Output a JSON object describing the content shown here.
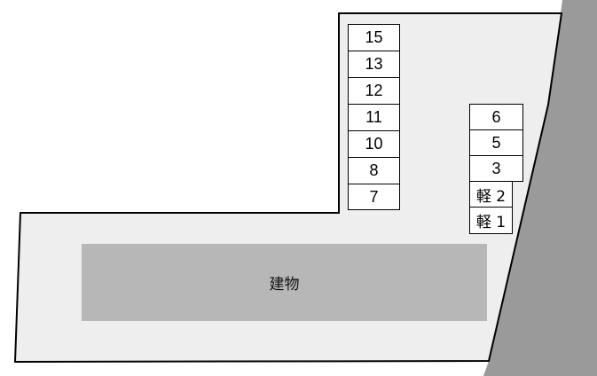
{
  "map": {
    "lot_fill": "#eeeeee",
    "outside_fill": "#9a9a9a",
    "building_fill": "#b7b7b7",
    "building_label": "建物"
  },
  "stalls_left_column": [
    {
      "label": "15"
    },
    {
      "label": "13"
    },
    {
      "label": "12"
    },
    {
      "label": "11"
    },
    {
      "label": "10"
    },
    {
      "label": "8"
    },
    {
      "label": "7"
    }
  ],
  "stalls_right_column": [
    {
      "label": "6"
    },
    {
      "label": "5"
    },
    {
      "label": "3"
    },
    {
      "label": "軽 2"
    },
    {
      "label": "軽 1"
    }
  ]
}
